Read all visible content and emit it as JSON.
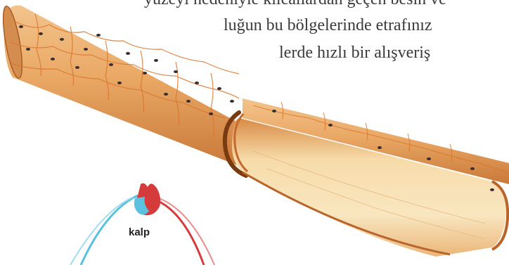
{
  "text_lines": [
    "yüzeyi nedeniyle kılcallardan geçen besin ve",
    "luğun bu bölgelerinde etrafınız",
    "lerde hızlı bir alışveriş"
  ],
  "labels": {
    "heart": "kalp"
  },
  "colors": {
    "vessel_wall": "#e8a45e",
    "vessel_inner": "#f6d7a4",
    "vessel_edge": "#b8642a",
    "cell_border": "#d8752e",
    "nucleus": "#3b2c2e",
    "artery": "#d63b3b",
    "vein": "#5cc1e0",
    "text": "#3a3a3a"
  }
}
